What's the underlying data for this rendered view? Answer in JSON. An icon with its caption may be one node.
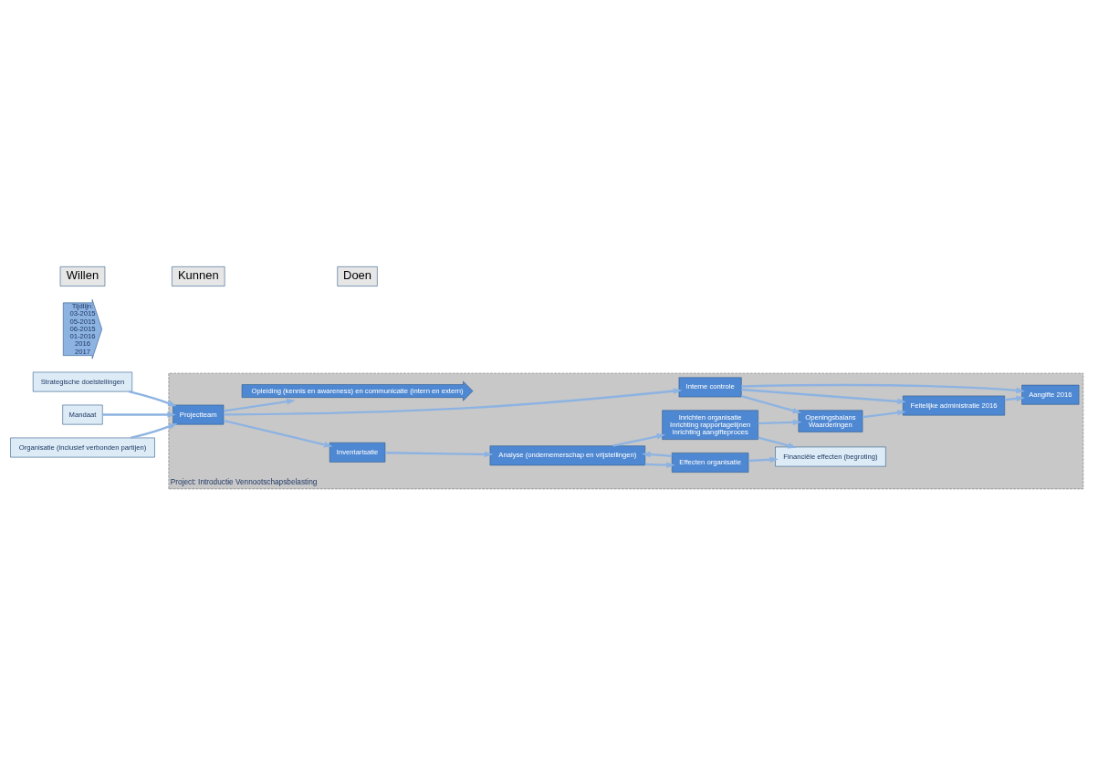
{
  "diagram": {
    "nodes": [
      {
        "text": [
          "Strategische doelstellingen"
        ]
      },
      {
        "text": [
          "Mandaat"
        ]
      },
      {
        "text": [
          "Organisatie (inclusief verbonden partijen)"
        ]
      },
      {
        "text": [
          "Project: Introductie Vennootschapsbelasting"
        ]
      },
      {
        "text": [
          "Projectteam"
        ],
        "in": 3
      },
      {
        "text": [
          "Inventarisatie"
        ],
        "in": 3
      },
      {
        "text": [
          "Analyse (ondernemerschap en vrijstellingen)"
        ],
        "in": 3
      },
      {
        "text": [
          "Effecten organisatie"
        ],
        "in": 3
      },
      {
        "text": [
          "Inrichten organisatie",
          "Inrichting rapportagelijnen",
          "Inrichting aangifteproces"
        ],
        "in": 3
      },
      {
        "text": [
          "Financiële effecten (begroting)"
        ],
        "in": 3
      },
      {
        "text": [
          "Openingsbalans",
          "Waarderingen"
        ],
        "in": 3
      },
      {
        "text": [
          "Feitelijke administratie 2016"
        ],
        "in": 3
      },
      {
        "text": [
          "Aangifte 2016"
        ],
        "in": 3
      },
      {
        "text": [
          "Interne controle"
        ],
        "in": 3
      },
      {
        "text": [
          "Opleiding (kennis en awareness) en communicatie (intern en extern)"
        ],
        "in": 3
      },
      {
        "text": [
          "Tijdlijn:",
          "03-2015",
          "05-2015",
          "06-2015",
          "01-2016",
          "2016",
          "2017"
        ]
      },
      {
        "text": [
          "Willen"
        ]
      },
      {
        "text": [
          "Kunnen"
        ]
      },
      {
        "text": [
          "Doen"
        ]
      }
    ],
    "edges": [
      {
        "from": 0,
        "to": 4,
        "arrow": "to"
      },
      {
        "from": 1,
        "to": 4,
        "arrow": "to"
      },
      {
        "from": 2,
        "to": 4,
        "arrow": "to"
      },
      {
        "from": 4,
        "to": 5,
        "arrow": "to"
      },
      {
        "from": 5,
        "to": 6,
        "arrow": "to"
      },
      {
        "from": 6,
        "to": 7,
        "arrow": "to"
      },
      {
        "from": 7,
        "to": 6,
        "arrow": "to"
      },
      {
        "from": 6,
        "to": 8,
        "arrow": "to"
      },
      {
        "from": 8,
        "to": 9,
        "arrow": "to"
      },
      {
        "from": 7,
        "to": 9,
        "arrow": "to"
      },
      {
        "from": 8,
        "to": 10,
        "arrow": "to"
      },
      {
        "from": 10,
        "to": 11,
        "arrow": "to"
      },
      {
        "from": 11,
        "to": 12,
        "arrow": "to"
      },
      {
        "from": 13,
        "to": 10,
        "arrow": "to"
      },
      {
        "from": 13,
        "to": 11,
        "arrow": "to"
      },
      {
        "from": 13,
        "to": 12,
        "arrow": "to"
      },
      {
        "from": 4,
        "to": 13,
        "arrow": "to"
      },
      {
        "from": 4,
        "to": 14,
        "arrow": "to"
      }
    ]
  }
}
